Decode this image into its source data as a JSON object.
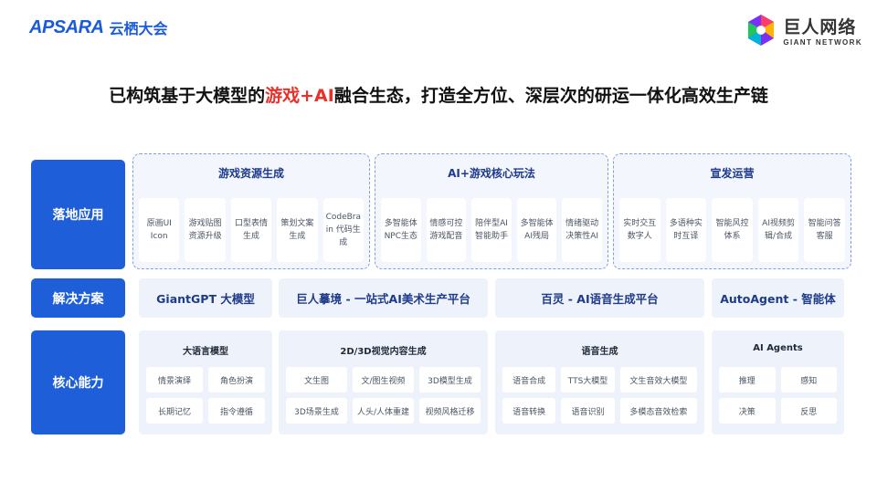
{
  "header": {
    "brand_en": "APSARA",
    "brand_cn": "云栖大会",
    "logo_cn": "巨人网络",
    "logo_en": "GIANT NETWORK"
  },
  "headline": {
    "part1": "已构筑基于大模型的",
    "highlight": "游戏+AI",
    "part2": "融合生态，打造全方位、深层次的研运一体化高效生产链"
  },
  "labels": {
    "apps": "落地应用",
    "solutions": "解决方案",
    "core": "核心能力"
  },
  "applications": [
    {
      "title": "游戏资源生成",
      "items": [
        "原画UI\nIcon",
        "游戏贴图\n资源升级",
        "口型表情\n生成",
        "策划文案\n生成",
        "CodeBra\nin 代码生\n成"
      ]
    },
    {
      "title": "AI+游戏核心玩法",
      "items": [
        "多智能体\nNPC生态",
        "情感可控\n游戏配音",
        "陪伴型AI\n智能助手",
        "多智能体\nAI残局",
        "情绪驱动\n决策性AI"
      ]
    },
    {
      "title": "宣发运营",
      "items": [
        "实时交互\n数字人",
        "多语种实\n时互译",
        "智能风控\n体系",
        "AI视频剪\n辑/合成",
        "智能问答\n客服"
      ]
    }
  ],
  "solutions": [
    "GiantGPT 大模型",
    "巨人摹境 - 一站式AI美术生产平台",
    "百灵 - AI语音生成平台",
    "AutoAgent - 智能体"
  ],
  "core": [
    {
      "title": "大语言模型",
      "items": [
        "情景演绎",
        "角色扮演",
        "长期记忆",
        "指令遵循"
      ]
    },
    {
      "title": "2D/3D视觉内容生成",
      "items": [
        "文生图",
        "文/图生视频",
        "3D模型生成",
        "3D场景生成",
        "人头/人体重建",
        "视频风格迁移"
      ]
    },
    {
      "title": "语音生成",
      "items": [
        "语音合成",
        "TTS大模型",
        "文生音效大模型",
        "语音转换",
        "语音识别",
        "多模态音效检索"
      ]
    },
    {
      "title": "AI Agents",
      "items": [
        "推理",
        "感知",
        "决策",
        "反思"
      ]
    }
  ],
  "colors": {
    "primary": "#1e5ed8",
    "highlight": "#e8312a",
    "panel": "#eef3fb",
    "dashed_border": "#7ea1dc"
  }
}
